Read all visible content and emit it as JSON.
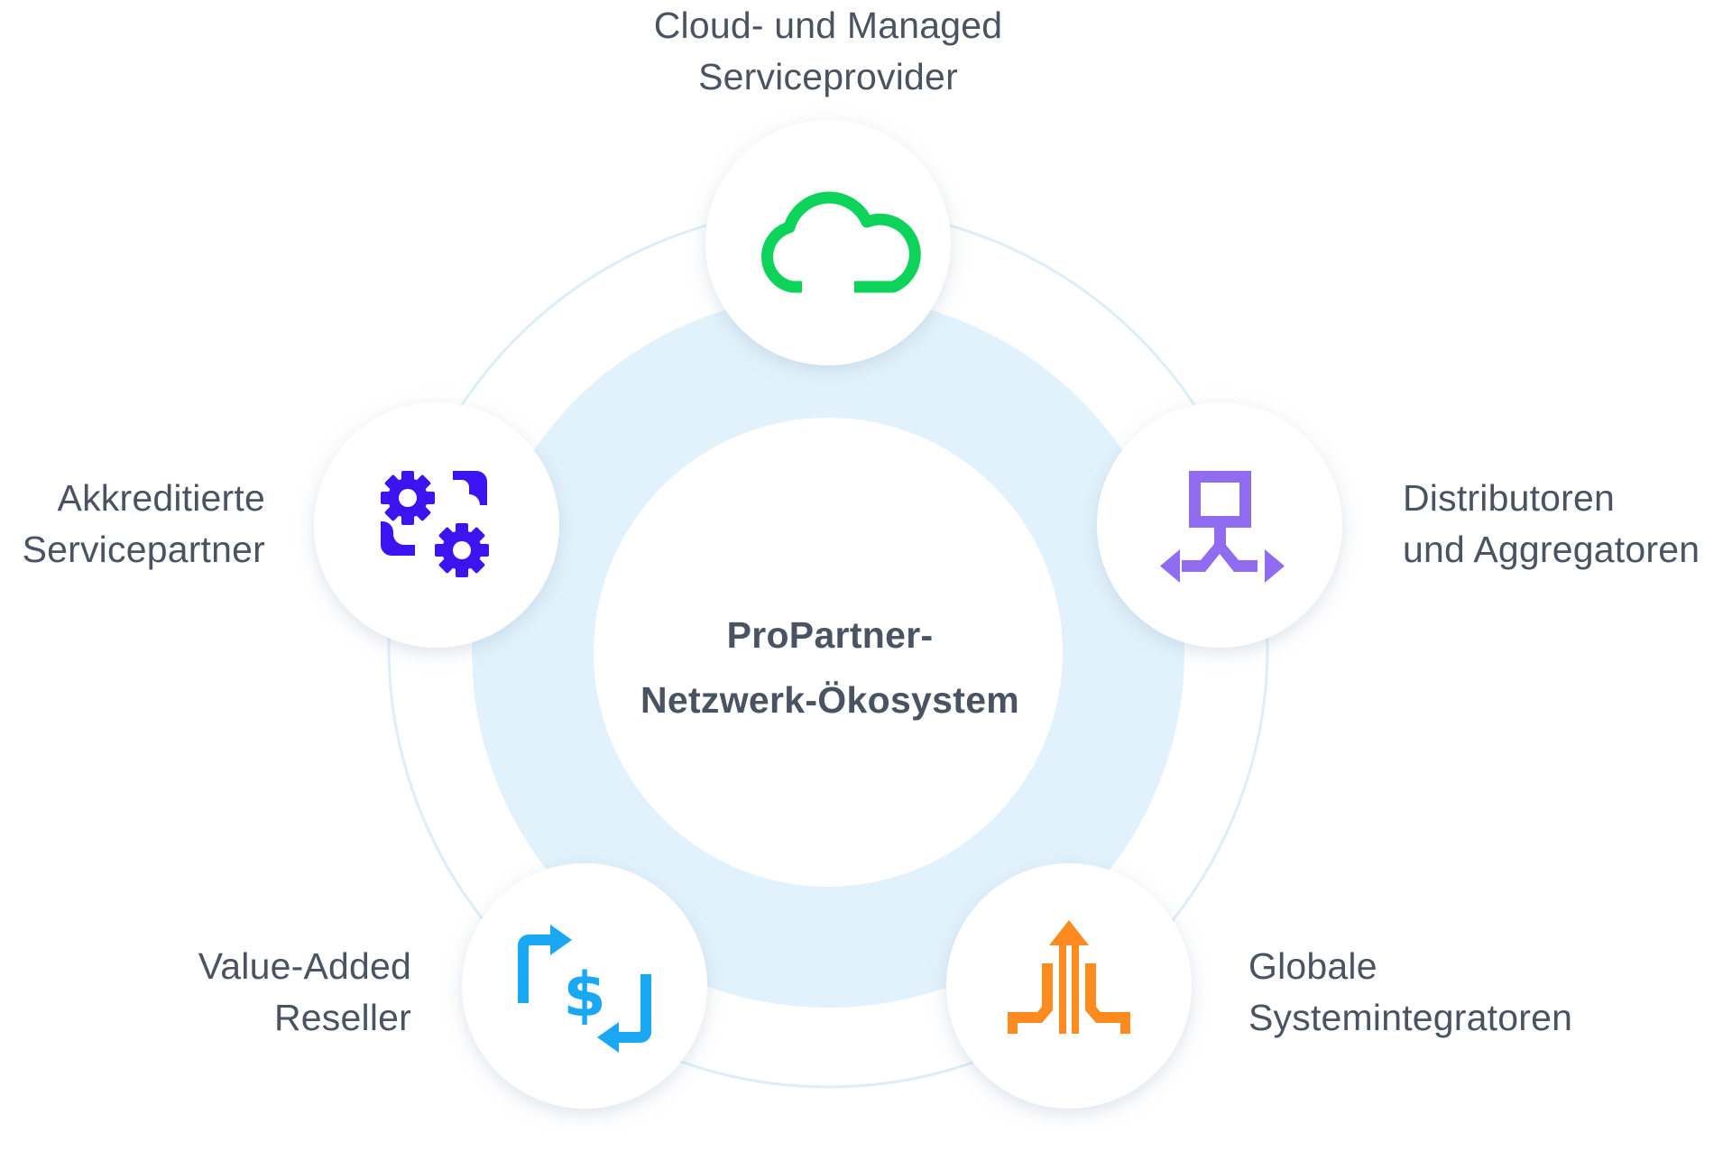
{
  "diagram": {
    "center": {
      "line1": "ProPartner-",
      "line2": "Netzwerk-Ökosystem"
    },
    "nodes": [
      {
        "id": "cloud",
        "line1": "Cloud- und Managed",
        "line2": "Serviceprovider",
        "icon": "cloud-icon",
        "color": "#0dd35b"
      },
      {
        "id": "distributors",
        "line1": "Distributoren",
        "line2": "und Aggregatoren",
        "icon": "distribution-icon",
        "color": "#8f6cf0"
      },
      {
        "id": "integrators",
        "line1": "Globale",
        "line2": "Systemintegratoren",
        "icon": "merge-arrows-icon",
        "color": "#ff8a1f"
      },
      {
        "id": "resellers",
        "line1": "Value-Added",
        "line2": "Reseller",
        "icon": "dollar-exchange-icon",
        "color": "#1aa8f5"
      },
      {
        "id": "service-partners",
        "line1": "Akkreditierte",
        "line2": "Servicepartner",
        "icon": "gears-icon",
        "color": "#3b14f0"
      }
    ],
    "colors": {
      "ring": "#e1f2fc",
      "outer_ring": "#ddeef8",
      "text": "#4a5361"
    }
  }
}
